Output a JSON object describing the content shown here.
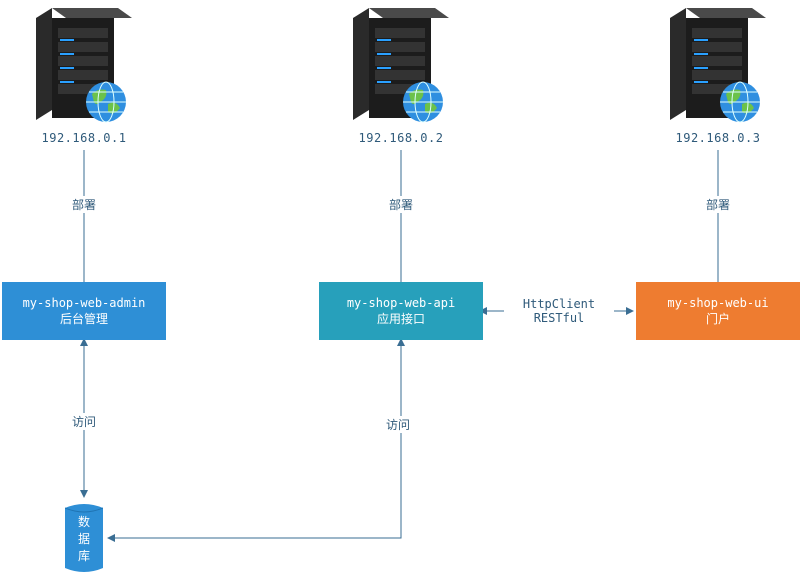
{
  "servers": [
    {
      "ip": "192.168.0.1",
      "deploy_label": "部署"
    },
    {
      "ip": "192.168.0.2",
      "deploy_label": "部署"
    },
    {
      "ip": "192.168.0.3",
      "deploy_label": "部署"
    }
  ],
  "services": {
    "admin": {
      "name": "my-shop-web-admin",
      "desc": "后台管理",
      "color": "#2e8fd6"
    },
    "api": {
      "name": "my-shop-web-api",
      "desc": "应用接口",
      "color": "#27a0bb"
    },
    "ui": {
      "name": "my-shop-web-ui",
      "desc": "门户",
      "color": "#ee7c30"
    }
  },
  "edges": {
    "api_ui_line1": "HttpClient",
    "api_ui_line2": "RESTful",
    "admin_db": "访问",
    "api_db": "访问"
  },
  "database": {
    "chars": [
      "数",
      "据",
      "库"
    ],
    "color": "#2e8fd6"
  },
  "icons": {
    "server": "server-icon",
    "globe": "globe-icon"
  },
  "colors": {
    "line": "#3a6e93",
    "text": "#2f5a7a"
  }
}
